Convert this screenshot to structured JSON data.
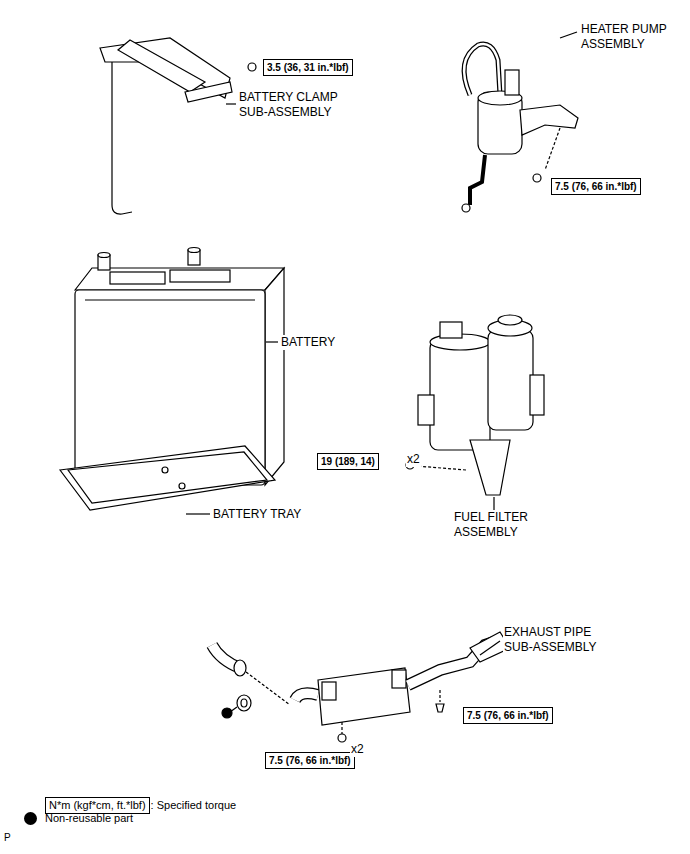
{
  "diagram": {
    "nodes": [
      {
        "text": [
          "3.5 (36, 31 in.*lbf)"
        ]
      },
      {
        "text": [
          "7.5 (76, 66 in.*lbf)"
        ]
      },
      {
        "text": [
          "19 (189, 14)"
        ]
      },
      {
        "text": [
          "7.5 (76, 66 in.*lbf)"
        ]
      },
      {
        "text": [
          "7.5 (76, 66 in.*lbf)"
        ]
      },
      {
        "text": [
          "N*m (kgf*cm, ft.*lbf)"
        ]
      }
    ],
    "labels": [
      "HEATER PUMP ASSEMBLY",
      "BATTERY CLAMP SUB-ASSEMBLY",
      "BATTERY",
      "x2",
      "BATTERY TRAY",
      "FUEL FILTER ASSEMBLY",
      "EXHAUST PIPE SUB-ASSEMBLY",
      "x2",
      "P"
    ],
    "legend": [
      {
        "text": ": Specified torque"
      },
      {
        "text": "Non-reusable part"
      }
    ]
  }
}
